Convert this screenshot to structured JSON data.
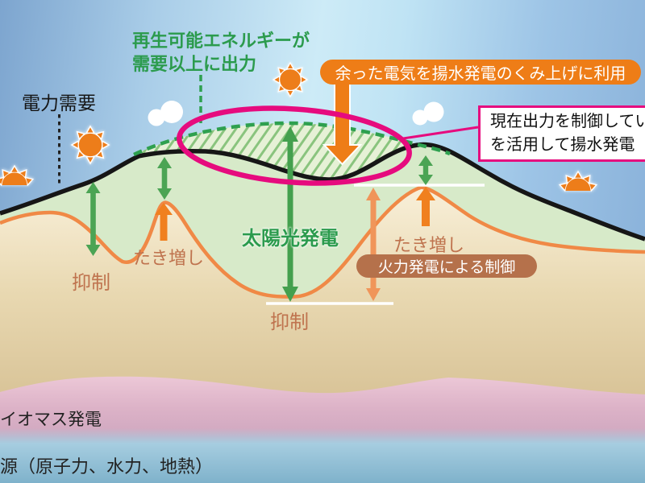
{
  "colors": {
    "accent_pink": "#e60b7e",
    "accent_orange": "#ee7d17",
    "green_text": "#2b9b4d",
    "arrow_green": "#4ba454",
    "thermal_brown": "#b5714b",
    "brown_text": "#bf734e",
    "demand_line": "#161616"
  },
  "icons": {
    "sun": "sun-icon",
    "cloud": "cloud-icon"
  },
  "labels": {
    "renewable_note_line1": "再生可能エネルギーが",
    "renewable_note_line2": "需要以上に出力",
    "demand": "電力需要",
    "surplus_box": "余った電気を揚水発電のくみ上げに利用",
    "control_note_line1": "現在出力を制御してい",
    "control_note_line2": "を活用して揚水発電",
    "solar": "太陽光発電",
    "suppress_left": "抑制",
    "increase_left": "たき増し",
    "suppress_center": "抑制",
    "increase_right": "たき増し",
    "thermal_box": "火力発電による制御",
    "biomass_band": "イオマス発電",
    "baseload_band": "源（原子力、水力、地熱）"
  }
}
